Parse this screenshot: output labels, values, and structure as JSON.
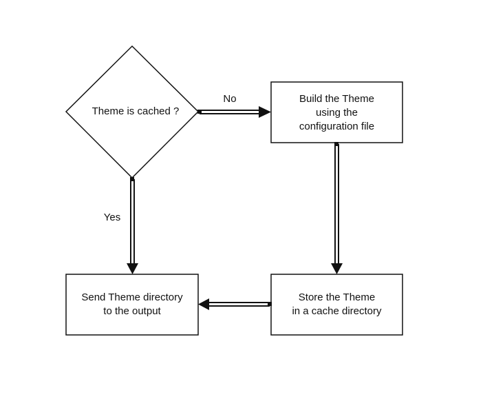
{
  "flowchart": {
    "decision": {
      "label": "Theme is cached ?"
    },
    "build_box": {
      "lines": [
        "Build the Theme",
        "using the",
        "configuration file"
      ]
    },
    "store_box": {
      "lines": [
        "Store the Theme",
        "in a cache directory"
      ]
    },
    "send_box": {
      "lines": [
        "Send Theme directory",
        "to the output"
      ]
    },
    "edges": {
      "no_label": "No",
      "yes_label": "Yes"
    }
  }
}
